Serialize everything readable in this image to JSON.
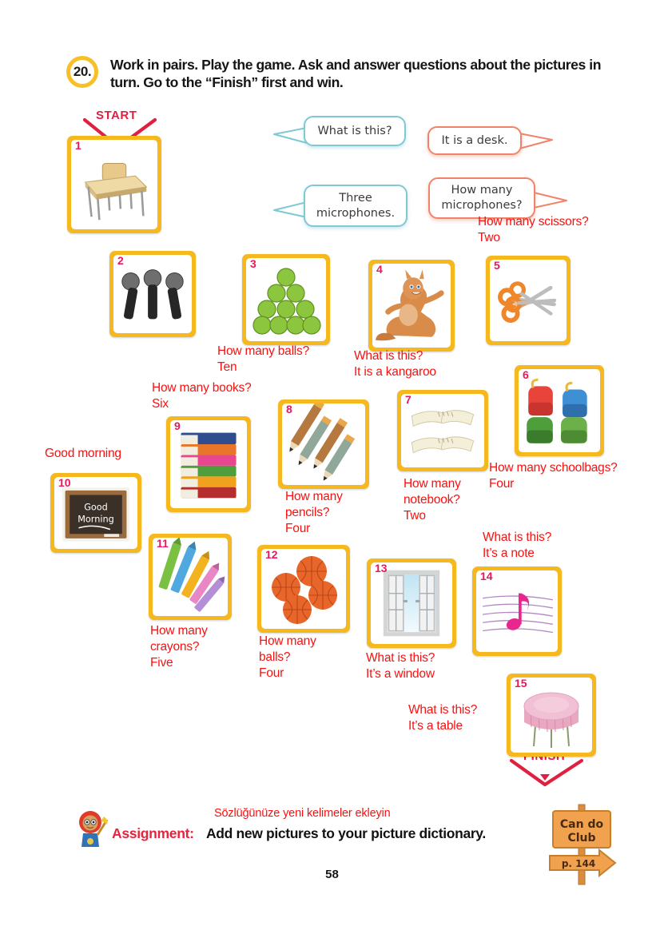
{
  "task": {
    "number": "20.",
    "instruction": "Work in pairs. Play the game. Ask and answer questions about the pictures in turn. Go to the “Finish” first and win."
  },
  "markers": {
    "start": "START",
    "finish": "FINISH"
  },
  "bubbles": [
    {
      "id": "b1",
      "text": "What is this?",
      "style": "blue"
    },
    {
      "id": "b2",
      "text": "It is a desk.",
      "style": "orange"
    },
    {
      "id": "b3",
      "text": "Three\nmicrophones.",
      "style": "blue"
    },
    {
      "id": "b4",
      "text": "How many\nmicrophones?",
      "style": "orange"
    }
  ],
  "cards": [
    {
      "num": "1",
      "icon": "desk-icon"
    },
    {
      "num": "2",
      "icon": "microphones-icon"
    },
    {
      "num": "3",
      "icon": "balls-green-icon"
    },
    {
      "num": "4",
      "icon": "kangaroo-icon"
    },
    {
      "num": "5",
      "icon": "scissors-icon"
    },
    {
      "num": "6",
      "icon": "schoolbags-icon"
    },
    {
      "num": "7",
      "icon": "notebooks-icon"
    },
    {
      "num": "8",
      "icon": "pencils-icon"
    },
    {
      "num": "9",
      "icon": "books-stack-icon"
    },
    {
      "num": "10",
      "icon": "blackboard-icon"
    },
    {
      "num": "11",
      "icon": "crayons-icon"
    },
    {
      "num": "12",
      "icon": "basketballs-icon"
    },
    {
      "num": "13",
      "icon": "window-icon"
    },
    {
      "num": "14",
      "icon": "music-note-icon"
    },
    {
      "num": "15",
      "icon": "round-table-icon"
    }
  ],
  "annotations": [
    {
      "id": "a-scissors",
      "text": "How many scissors?\nTwo"
    },
    {
      "id": "a-balls-green",
      "text": "How many balls?\nTen"
    },
    {
      "id": "a-kangaroo",
      "text": "What is this?\nIt is a kangaroo"
    },
    {
      "id": "a-books",
      "text": "How many books?\nSix"
    },
    {
      "id": "a-schoolbags",
      "text": "How many schoolbags?\nFour"
    },
    {
      "id": "a-notebook",
      "text": "How many\nnotebook?\nTwo"
    },
    {
      "id": "a-pencils",
      "text": "How many\npencils?\nFour"
    },
    {
      "id": "a-goodmorning",
      "text": "Good morning"
    },
    {
      "id": "a-crayons",
      "text": "How many\ncrayons?\nFive"
    },
    {
      "id": "a-basketballs",
      "text": "How many\nballs?\nFour"
    },
    {
      "id": "a-window",
      "text": "What is this?\nIt’s a window"
    },
    {
      "id": "a-note",
      "text": "What is this?\nIt’s a note"
    },
    {
      "id": "a-table",
      "text": "What is this?\nIt’s a table"
    }
  ],
  "blackboard": {
    "line1": "Good",
    "line2": "Morning"
  },
  "assignment": {
    "note": "Sözlüğünüze yeni kelimeler ekleyin",
    "label": "Assignment:",
    "text": "Add new pictures to your picture dictionary.",
    "mascot_icon": "lion-mascot-icon"
  },
  "sign": {
    "line1": "Can do",
    "line2": "Club",
    "arrow": "p. 144"
  },
  "page_number": "58",
  "colors": {
    "card_border": "#F5B81E",
    "annotation_red": "#FA1010",
    "marker_red": "#E02040",
    "number_pink": "#E8185A",
    "bubble_blue": "#7FC8D4",
    "bubble_orange": "#F0846A"
  }
}
